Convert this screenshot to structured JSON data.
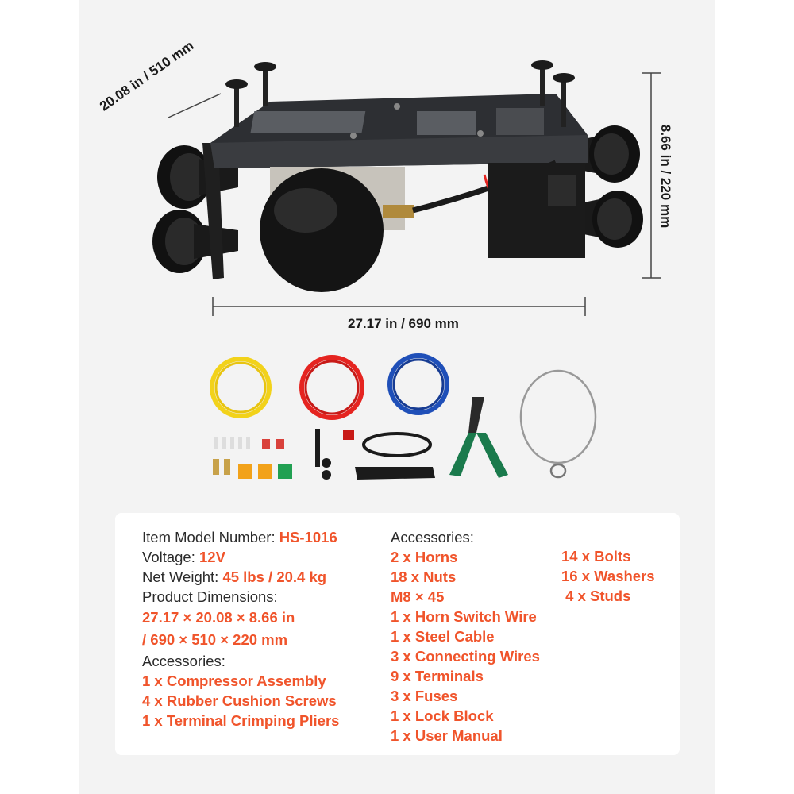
{
  "dimensions": {
    "depth": "20.08 in / 510 mm",
    "height": "8.66 in / 220 mm",
    "width": "27.17 in / 690 mm"
  },
  "specs": {
    "model_label": "Item Model Number: ",
    "model_value": "HS-1016",
    "voltage_label": "Voltage: ",
    "voltage_value": "12V",
    "weight_label": "Net Weight: ",
    "weight_value": "45 lbs / 20.4 kg",
    "dimensions_label": "Product Dimensions:",
    "dimensions_value_1": "27.17 × 20.08 × 8.66 in",
    "dimensions_value_2": "/ 690 × 510 × 220 mm",
    "accessories_label": "Accessories:",
    "accessories": [
      "1 x Compressor Assembly",
      "4 x Rubber Cushion Screws",
      "1 x Terminal Crimping Pliers"
    ]
  },
  "accessories_list": {
    "label": "Accessories:",
    "col1": [
      "2 x Horns",
      "18 x Nuts",
      "M8 × 45",
      "1 x Horn Switch Wire",
      "1 x Steel Cable",
      "3 x Connecting Wires",
      "9 x Terminals",
      "3 x Fuses",
      "1 x Lock Block",
      "1 x User Manual"
    ],
    "col2": [
      "14 x Bolts",
      "16 x Washers",
      " 4 x Studs"
    ]
  },
  "colors": {
    "accent": "#f0542b",
    "background": "#f3f3f3",
    "card": "#ffffff",
    "wire_yellow": "#f2d21a",
    "wire_red": "#e52420",
    "wire_blue": "#1f4fb8"
  }
}
